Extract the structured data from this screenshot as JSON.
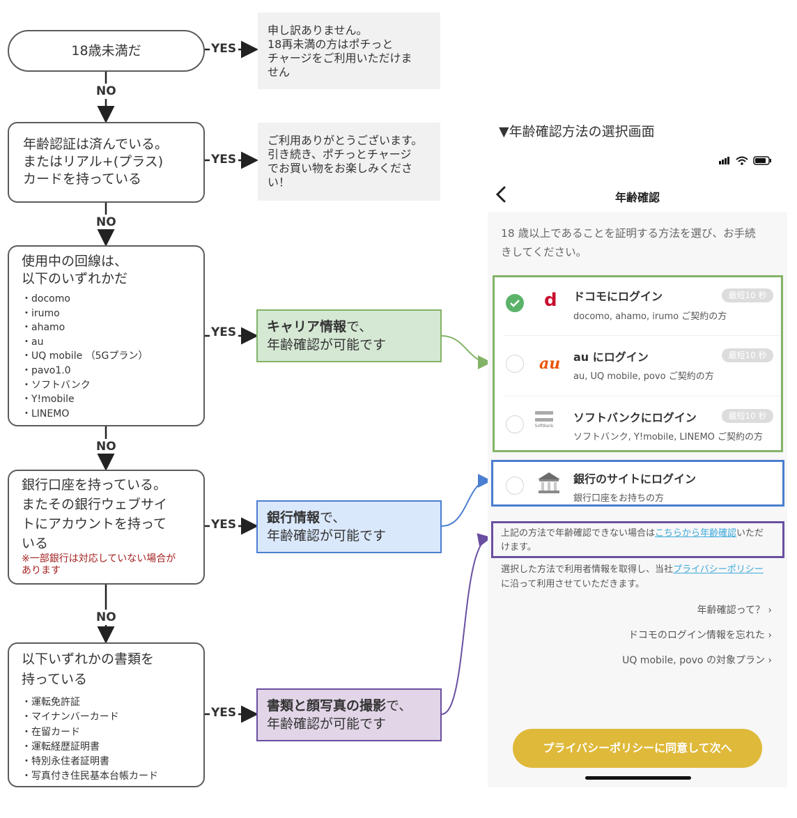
{
  "flow": {
    "yes": "YES",
    "no": "NO",
    "q1": {
      "text": "18歳未満だ"
    },
    "q2": {
      "text": [
        "年齢認証は済んでいる。",
        "またはリアル+(プラス)",
        "カードを持っている"
      ]
    },
    "q3": {
      "text": [
        "使用中の回線は、",
        "以下のいずれかだ"
      ],
      "list": [
        "・docomo",
        "・irumo",
        "・ahamo",
        "・au",
        "・UQ mobile （5Gプラン）",
        "・pavo1.0",
        "・ソフトバンク",
        "・Y!mobile",
        "・LINEMO"
      ]
    },
    "q4": {
      "text": [
        "銀行口座を持っている。",
        "またその銀行ウェブサイ",
        "トにアカウントを持って",
        "いる"
      ],
      "note": [
        "※一部銀行は対応していない場合が",
        "あります"
      ]
    },
    "q5": {
      "text": [
        "以下いずれかの書類を",
        "持っている"
      ],
      "list": [
        "・運転免許証",
        "・マイナンバーカード",
        "・在留カード",
        "・運転経歴証明書",
        "・特別永住者証明書",
        "・写真付き住民基本台帳カード"
      ]
    },
    "msg1": [
      "申し訳ありません。",
      "18再未満の方はポチっと",
      "チャージをご利用いただけま",
      "せん"
    ],
    "msg2": [
      "ご利用ありがとうございます。",
      "引き続き、ポチっとチャージ",
      "でお買い物をお楽しみくださ",
      "い！"
    ],
    "r1": {
      "bold": "キャリア情報",
      "rest": "で、",
      "line2": "年齢確認が可能です"
    },
    "r2": {
      "bold": "銀行情報",
      "rest": "で、",
      "line2": "年齢確認が可能です"
    },
    "r3": {
      "bold": "書類と顔写真の撮影",
      "rest": "で、",
      "line2": "年齢確認が可能です"
    }
  },
  "colors": {
    "green": "#82b366",
    "green_fill": "#d5e8d4",
    "blue": "#4a7ed0",
    "blue_fill": "#dae8fc",
    "purple": "#6a4fa0",
    "purple_fill": "#e1d5e7",
    "accent_yellow": "#dfb93a"
  },
  "phone": {
    "caption": "▼年齢確認方法の選択画面",
    "title": "年齢確認",
    "back_icon": "chevron-left-icon",
    "intro": [
      "18 歳以上であることを証明する方法を選び、お手続",
      "きしてください。"
    ],
    "options": [
      {
        "title": "ドコモにログイン",
        "sub": "docomo, ahamo, irumo ご契約の方",
        "badge": "最短10 秒",
        "logo": "d",
        "selected": true
      },
      {
        "title": "au にログイン",
        "sub": "au, UQ mobile, povo ご契約の方",
        "badge": "最短10 秒",
        "logo": "au",
        "selected": false
      },
      {
        "title": "ソフトバンクにログイン",
        "sub": "ソフトバンク, Y!mobile, LINEMO ご契約の方",
        "badge": "最短10 秒",
        "logo": "SoftBank",
        "selected": false
      }
    ],
    "bank": {
      "title": "銀行のサイトにログイン",
      "sub": "銀行口座をお持ちの方"
    },
    "fallback": {
      "pre": "上記の方法で年齢確認できない場合は",
      "link": "こちらから年齢確認",
      "post1": "いただ",
      "post2": "けます。"
    },
    "policy": {
      "pre": "選択した方法で利用者情報を取得し、当社",
      "link": "プライバシーポリシー",
      "post": "に沿って利用させていただきます。"
    },
    "links": [
      "年齢確認って？ ›",
      "ドコモのログイン情報を忘れた ›",
      "UQ mobile, povo の対象プラン ›"
    ],
    "cta": "プライバシーポリシーに同意して次へ"
  }
}
